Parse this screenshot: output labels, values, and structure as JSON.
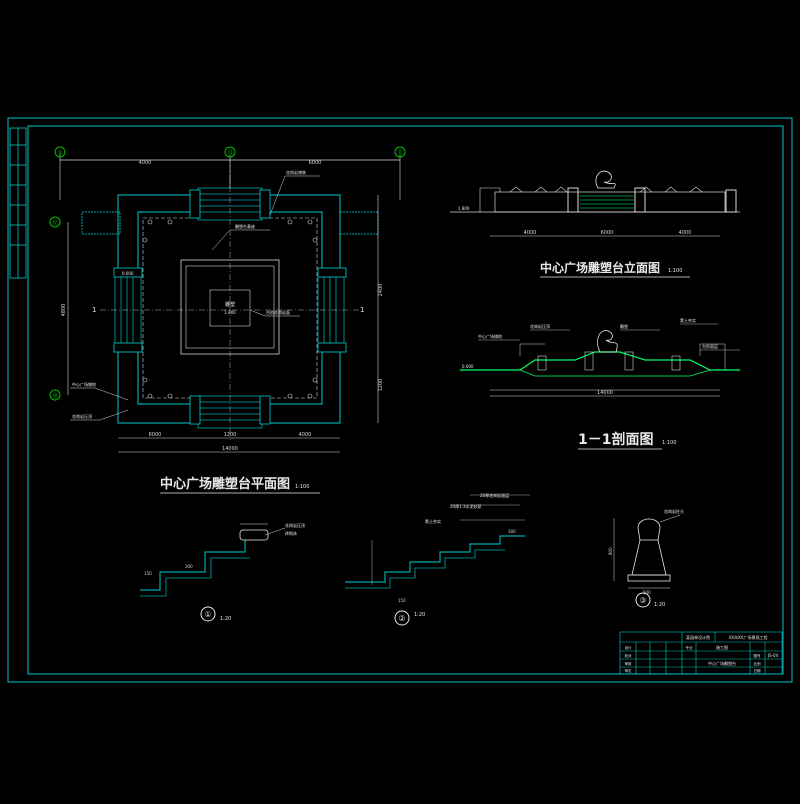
{
  "colors": {
    "background": "#000000",
    "border": "#00c8c8",
    "wall": "#00a8a8",
    "line": "#d8d8d8",
    "text": "#e8e8e8",
    "accent": "#00ff60",
    "gridMark": "#00c000"
  },
  "plan": {
    "title": "中心广场雕塑台平面图",
    "scale": "1:100",
    "topDims": [
      "4000",
      "6000"
    ],
    "bottomDims": [
      "6000",
      "1200",
      "4000"
    ],
    "bottomTotal": "14000",
    "axisTop": [
      "③",
      "⑬",
      "⑪"
    ],
    "axisLeft": [
      "⑰",
      "⑱"
    ],
    "leftDim": "4800",
    "rightDims": [
      "2400",
      "1200"
    ],
    "centerLabel": "雕塑",
    "centerElev": "1.800",
    "sectionMark": "1",
    "notes": [
      "花岗岩铺装",
      "雕塑台基座",
      "台阶花岗岩面",
      "中心广场铺地",
      "花岗岩压顶"
    ],
    "elev": "0.000"
  },
  "elevation": {
    "title": "中心广场雕塑台立面图",
    "scale": "1:100",
    "dims": [
      "4000",
      "6000",
      "4000"
    ],
    "elev": "1.800"
  },
  "section": {
    "title": "1－1剖面图",
    "scale": "1:100",
    "dims": [
      "14000"
    ],
    "notes": [
      "中心广场铺地",
      "花岗岩压顶",
      "雕塑",
      "素土夯实",
      "台阶面层"
    ],
    "elev": "0.000"
  },
  "details": [
    {
      "num": "①",
      "scale": "1:20",
      "notes": [
        "花岗岩压顶",
        "砖砌体"
      ],
      "dims": [
        "300",
        "150"
      ]
    },
    {
      "num": "②",
      "scale": "1:20",
      "notes": [
        "20厚花岗岩面层",
        "20厚1:3水泥砂浆",
        "素土夯实"
      ],
      "dims": [
        "300",
        "150"
      ]
    },
    {
      "num": "③",
      "scale": "1:20",
      "notes": [
        "花岗岩柱头"
      ],
      "dims": [
        "500",
        "800"
      ]
    }
  ],
  "titleBlock": {
    "company": "某园林设计院",
    "project": "XX市XX广场景观工程",
    "drawing": "中心广场雕塑台",
    "phase": "施工图",
    "drawingNo": "JS-04",
    "rows": [
      "设计",
      "校对",
      "审核",
      "审定"
    ],
    "cols": [
      "专业",
      "图号",
      "比例",
      "日期"
    ]
  }
}
